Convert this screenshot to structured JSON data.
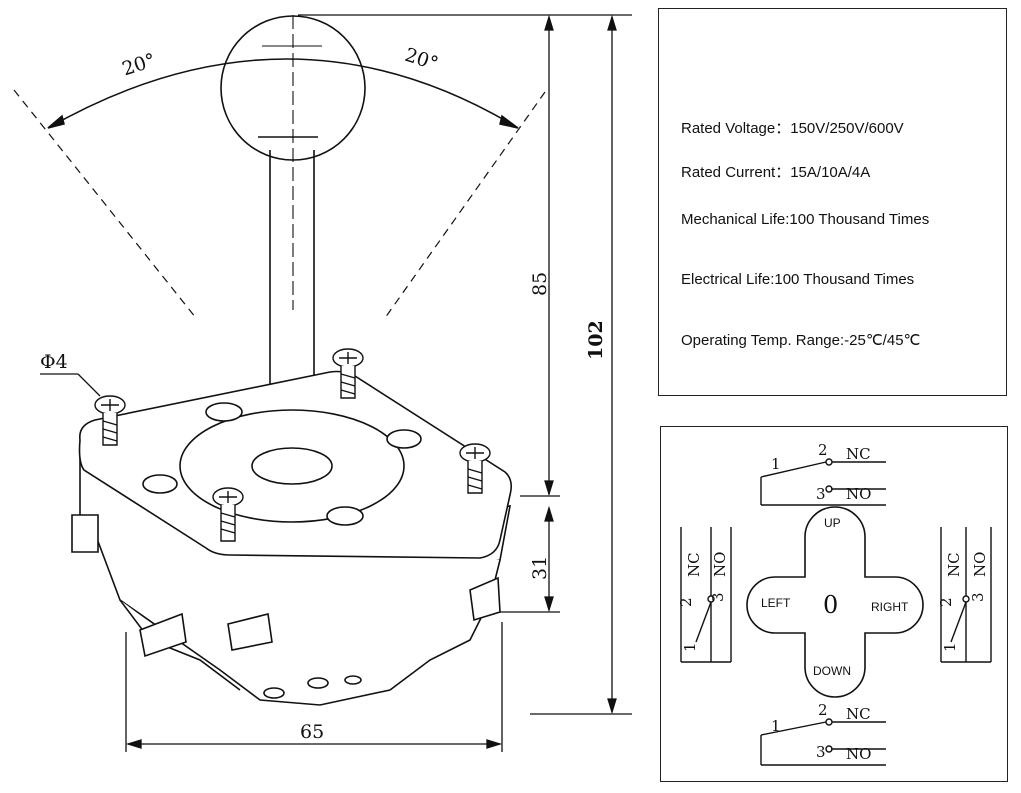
{
  "dimensions": {
    "angle_left": "20°",
    "angle_right": "20°",
    "screw_diameter": "Φ4",
    "height_lever": "85",
    "height_total": "102",
    "height_base": "31",
    "width_base": "65"
  },
  "specs": {
    "rated_voltage": "Rated Voltage：150V/250V/600V",
    "rated_current": "Rated Current：15A/10A/4A",
    "mechanical_life": "Mechanical Life:100 Thousand Times",
    "electrical_life": "Electrical Life:100 Thousand Times",
    "operating_temp": "Operating Temp. Range:-25℃/45℃"
  },
  "wiring": {
    "center_label": "0",
    "up": "UP",
    "down": "DOWN",
    "left": "LEFT",
    "right": "RIGHT",
    "nc": "NC",
    "no": "NO",
    "pin1": "1",
    "pin2": "2",
    "pin3": "3"
  },
  "colors": {
    "line": "#111111",
    "background": "#ffffff"
  }
}
